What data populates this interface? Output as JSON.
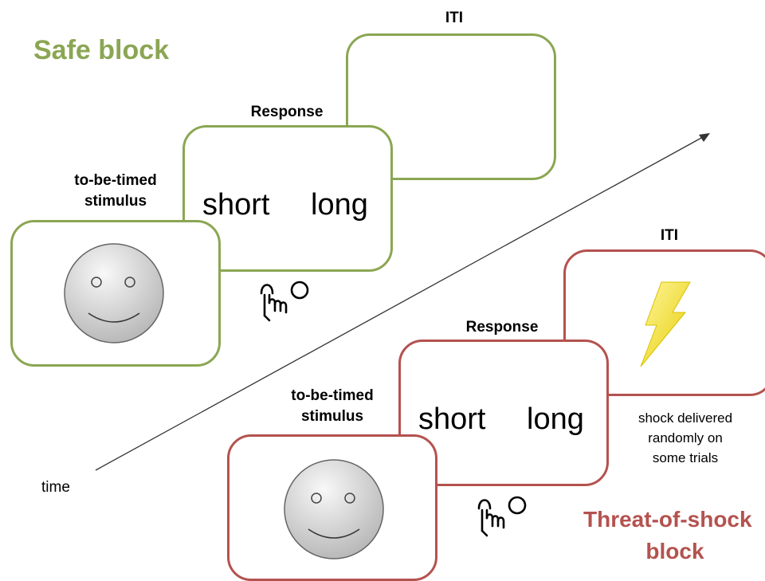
{
  "colors": {
    "safe": "#8ba653",
    "threat": "#b4524f",
    "bolt": "#f2e01a"
  },
  "safe_block": {
    "title": "Safe block",
    "iti_label": "ITI",
    "response_label": "Response",
    "stimulus_label_line1": "to-be-timed",
    "stimulus_label_line2": "stimulus",
    "choice_short": "short",
    "choice_long": "long"
  },
  "threat_block": {
    "title_line1": "Threat-of-shock",
    "title_line2": "block",
    "iti_label": "ITI",
    "response_label": "Response",
    "stimulus_label_line1": "to-be-timed",
    "stimulus_label_line2": "stimulus",
    "choice_short": "short",
    "choice_long": "long",
    "shock_note_line1": "shock delivered",
    "shock_note_line2": "randomly on",
    "shock_note_line3": "some trials"
  },
  "time_axis": {
    "label": "time"
  },
  "icons": [
    "smiley-face-icon",
    "hand-press-button-icon",
    "lightning-bolt-icon"
  ]
}
